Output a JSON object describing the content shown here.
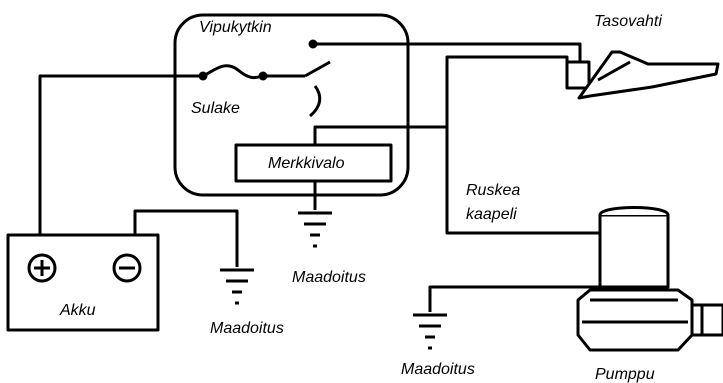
{
  "labels": {
    "switch": "Vipukytkin",
    "fuse": "Sulake",
    "indicator": "Merkkivalo",
    "float_switch": "Tasovahti",
    "brown_cable_line1": "Ruskea",
    "brown_cable_line2": "kaapeli",
    "battery": "Akku",
    "ground_battery": "Maadoitus",
    "ground_switch": "Maadoitus",
    "ground_pump": "Maadoitus",
    "pump": "Pumppu"
  },
  "symbols": {
    "battery_positive": "plus-terminal-icon",
    "battery_negative": "minus-terminal-icon",
    "ground": "ground-icon"
  },
  "colors": {
    "line": "#000000",
    "background": "#ffffff"
  }
}
